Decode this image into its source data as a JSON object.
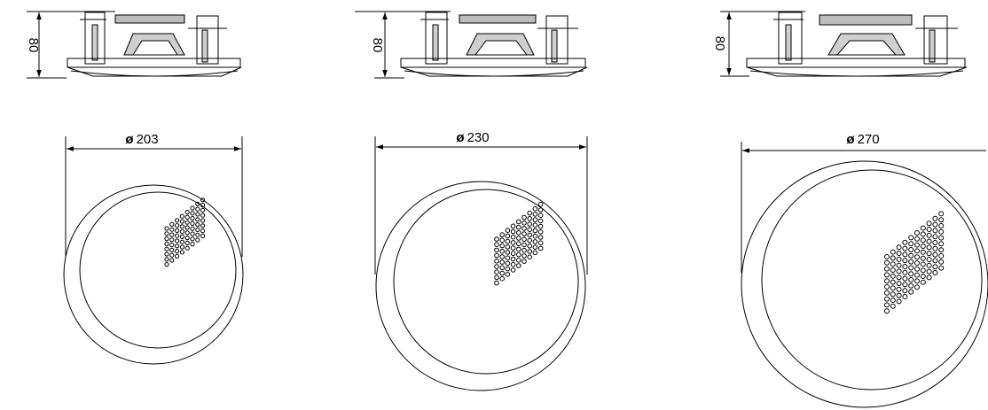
{
  "units": [
    {
      "height_label": "80",
      "diameter_symbol": "ø",
      "diameter_value": "203"
    },
    {
      "height_label": "80",
      "diameter_symbol": "ø",
      "diameter_value": "230"
    },
    {
      "height_label": "80",
      "diameter_symbol": "ø",
      "diameter_value": "270"
    }
  ],
  "colors": {
    "line": "#000000",
    "speaker_body": "#bdbdbd",
    "background": "#ffffff"
  }
}
